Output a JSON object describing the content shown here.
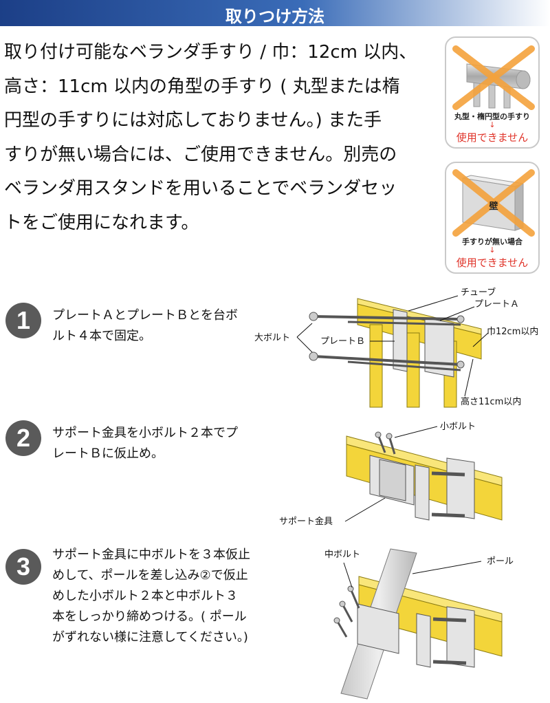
{
  "banner": {
    "title": "取りつけ方法"
  },
  "intro": {
    "lines": [
      "取り付け可能なベランダ手すり / 巾：12cm 以内、",
      "高さ：11cm 以内の角型の手すり ( 丸型または楕",
      "円型の手すりには対応しておりません。) また手",
      "すりが無い場合には、ご使用できません。別売の",
      "ベランダ用スタンドを用いることでベランダセッ",
      "トをご使用になれます。"
    ]
  },
  "cards": [
    {
      "caption": "丸型・楕円型の手すり",
      "arrow": "↓",
      "status": "使用できません"
    },
    {
      "caption": "手すりが無い場合",
      "arrow": "↓",
      "status": "使用できません",
      "wall_label": "壁"
    }
  ],
  "steps": [
    {
      "number": "1",
      "lines": [
        "プレートＡとプレートＢとを台ボ",
        "ルト４本で固定。"
      ],
      "labels": {
        "tube": "チューブ",
        "plate_a": "プレートＡ",
        "plate_b": "プレートＢ",
        "big_bolt": "大ボルト",
        "width": "巾12cm以内",
        "height": "高さ11cm以内"
      }
    },
    {
      "number": "2",
      "lines": [
        "サポート金具を小ボルト２本でプ",
        "レートＢに仮止め。"
      ],
      "labels": {
        "small_bolt": "小ボルト",
        "support": "サポート金具"
      }
    },
    {
      "number": "3",
      "lines": [
        "サポート金具に中ボルトを３本仮止",
        "めして、ポールを差し込み②で仮止",
        "めした小ボルト２本と中ボルト３",
        "本をしっかり締めつける。( ポール",
        "がずれない様に注意してください。)"
      ],
      "labels": {
        "mid_bolt": "中ボルト",
        "pole": "ポール"
      }
    }
  ],
  "colors": {
    "banner": "#2b56a3",
    "rail": "#f3d53a",
    "cross": "#f4a23c",
    "warning": "#e0342a",
    "step_badge": "#5a5a5a"
  }
}
